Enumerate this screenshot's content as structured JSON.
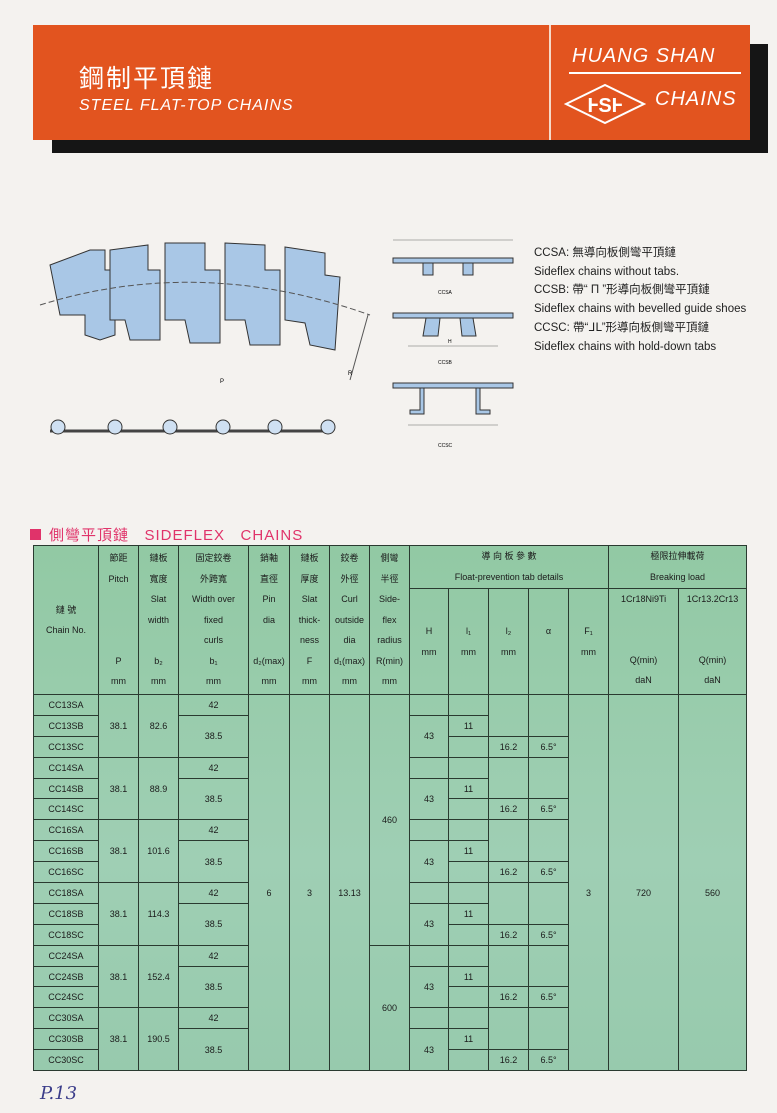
{
  "header": {
    "title_cn": "鋼制平頂鏈",
    "title_en": "STEEL FLAT-TOP CHAINS",
    "brand": "HUANG SHAN",
    "brand_sub": "CHAINS",
    "logo_text": "HSH"
  },
  "diagram_labels": {
    "ccsa": "CCSA",
    "ccsb": "CCSB",
    "ccsc": "CCSC",
    "p": "P",
    "h": "H",
    "r": "R"
  },
  "legend": [
    "CCSA: 無導向板側彎平頂鏈",
    "Sideflex chains without tabs.",
    "CCSB: 帶“ П ”形導向板側彎平頂鏈",
    "Sideflex chains with bevelled guide shoes",
    "CCSC: 帶“ᒧᒪ”形導向板側彎平頂鏈",
    "Sideflex chains with hold-down tabs"
  ],
  "section_title": "側彎平頂鏈   SIDEFLEX   CHAINS",
  "table": {
    "headers": {
      "chain_no": [
        "鏈 號",
        "Chain No."
      ],
      "pitch": [
        "節距",
        "Pitch",
        "",
        "",
        "P",
        "mm"
      ],
      "slat_width": [
        "鏈板",
        "寬度",
        "Slat",
        "width",
        "b₂",
        "mm"
      ],
      "b1": [
        "固定鉸卷",
        "外跨寬",
        "Width over",
        "fixed",
        "curls",
        "b₁",
        "mm"
      ],
      "d2": [
        "銷軸",
        "直徑",
        "Pin",
        "dia",
        "d₂(max)",
        "mm"
      ],
      "F": [
        "鏈板",
        "厚度",
        "Slat",
        "thick-",
        "ness",
        "F",
        "mm"
      ],
      "d1": [
        "鉸卷",
        "外徑",
        "Curl",
        "outside",
        "dia",
        "d₁(max)",
        "mm"
      ],
      "R": [
        "側彎",
        "半徑",
        "Side-",
        "flex",
        "radius",
        "R(min)",
        "mm"
      ],
      "float_cn": "導 向 板 參 數",
      "float_en": "Float-prevention tab details",
      "H": [
        "H",
        "mm"
      ],
      "l1": [
        "l₁",
        "mm"
      ],
      "l2": [
        "l₂",
        "mm"
      ],
      "alpha": [
        "α",
        ""
      ],
      "F1": [
        "F₁",
        "mm"
      ],
      "break_cn": "極限拉伸載荷",
      "break_en": "Breaking load",
      "q1": [
        "1Cr18Ni9Ti",
        "Q(min)",
        "daN"
      ],
      "q2": [
        "1Cr13.2Cr13",
        "Q(min)",
        "daN"
      ]
    },
    "groups": [
      {
        "chains": [
          "CC13SA",
          "CC13SB",
          "CC13SC"
        ],
        "pitch": "38.1",
        "b2": "82.6"
      },
      {
        "chains": [
          "CC14SA",
          "CC14SB",
          "CC14SC"
        ],
        "pitch": "38.1",
        "b2": "88.9"
      },
      {
        "chains": [
          "CC16SA",
          "CC16SB",
          "CC16SC"
        ],
        "pitch": "38.1",
        "b2": "101.6"
      },
      {
        "chains": [
          "CC18SA",
          "CC18SB",
          "CC18SC"
        ],
        "pitch": "38.1",
        "b2": "114.3"
      },
      {
        "chains": [
          "CC24SA",
          "CC24SB",
          "CC24SC"
        ],
        "pitch": "38.1",
        "b2": "152.4"
      },
      {
        "chains": [
          "CC30SA",
          "CC30SB",
          "CC30SC"
        ],
        "pitch": "38.1",
        "b2": "190.5"
      }
    ],
    "b1_sa": "42",
    "b1_sbsc": "38.5",
    "H": "43",
    "l1": "11",
    "l2": "16.2",
    "alpha": "6.5°",
    "d2": "6",
    "F": "3",
    "d1": "13.13",
    "R_first": "460",
    "R_second": "600",
    "F1": "3",
    "q1": "720",
    "q2": "560"
  },
  "page_note": "P.13"
}
